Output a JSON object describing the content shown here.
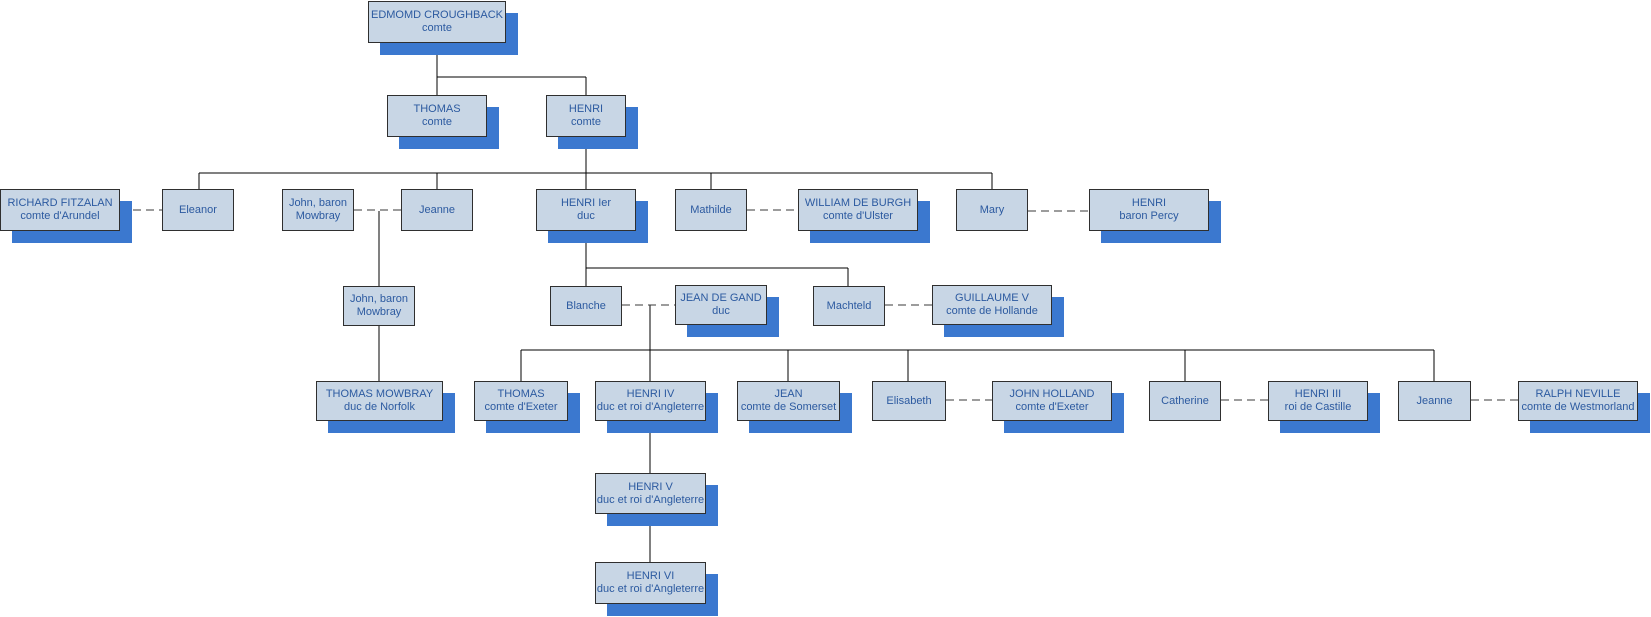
{
  "colors": {
    "box_fill": "#c8d6e5",
    "box_border": "#2f2f2f",
    "shadow": "#3b78cf",
    "text": "#2c5aa0",
    "line": "#000000"
  },
  "nodes": {
    "edmond": {
      "line1": "EDMOMD CROUGHBACK",
      "line2": "comte"
    },
    "thomas": {
      "line1": "THOMAS",
      "line2": "comte"
    },
    "henri": {
      "line1": "HENRI",
      "line2": "comte"
    },
    "fitzalan": {
      "line1": "RICHARD FITZALAN",
      "line2": "comte d'Arundel"
    },
    "eleanor": {
      "line1": "Eleanor",
      "line2": ""
    },
    "john1": {
      "line1": "John, baron",
      "line2": "Mowbray"
    },
    "jeanne1": {
      "line1": "Jeanne",
      "line2": ""
    },
    "henri1": {
      "line1": "HENRI Ier",
      "line2": "duc"
    },
    "mathilde": {
      "line1": "Mathilde",
      "line2": ""
    },
    "burgh": {
      "line1": "WILLIAM DE BURGH",
      "line2": "comte d'Ulster"
    },
    "mary": {
      "line1": "Mary",
      "line2": ""
    },
    "percy": {
      "line1": "HENRI",
      "line2": "baron Percy"
    },
    "john2": {
      "line1": "John, baron",
      "line2": "Mowbray"
    },
    "blanche": {
      "line1": "Blanche",
      "line2": ""
    },
    "gand": {
      "line1": "JEAN DE GAND",
      "line2": "duc"
    },
    "machteld": {
      "line1": "Machteld",
      "line2": ""
    },
    "guillaume": {
      "line1": "GUILLAUME V",
      "line2": "comte de Hollande"
    },
    "mowbray": {
      "line1": "THOMAS MOWBRAY",
      "line2": "duc de Norfolk"
    },
    "thomas2": {
      "line1": "THOMAS",
      "line2": "comte d'Exeter"
    },
    "henri4": {
      "line1": "HENRI IV",
      "line2": "duc et roi d'Angleterre"
    },
    "jean": {
      "line1": "JEAN",
      "line2": "comte de Somerset"
    },
    "elisabeth": {
      "line1": "Elisabeth",
      "line2": ""
    },
    "holland": {
      "line1": "JOHN HOLLAND",
      "line2": "comte d'Exeter"
    },
    "catherine": {
      "line1": "Catherine",
      "line2": ""
    },
    "henri3": {
      "line1": "HENRI III",
      "line2": "roi de Castille"
    },
    "jeanne2": {
      "line1": "Jeanne",
      "line2": ""
    },
    "neville": {
      "line1": "RALPH NEVILLE",
      "line2": "comte de Westmorland"
    },
    "henri5": {
      "line1": "HENRI V",
      "line2": "duc et roi d'Angleterre"
    },
    "henri6": {
      "line1": "HENRI VI",
      "line2": "duc et roi d'Angleterre"
    }
  }
}
